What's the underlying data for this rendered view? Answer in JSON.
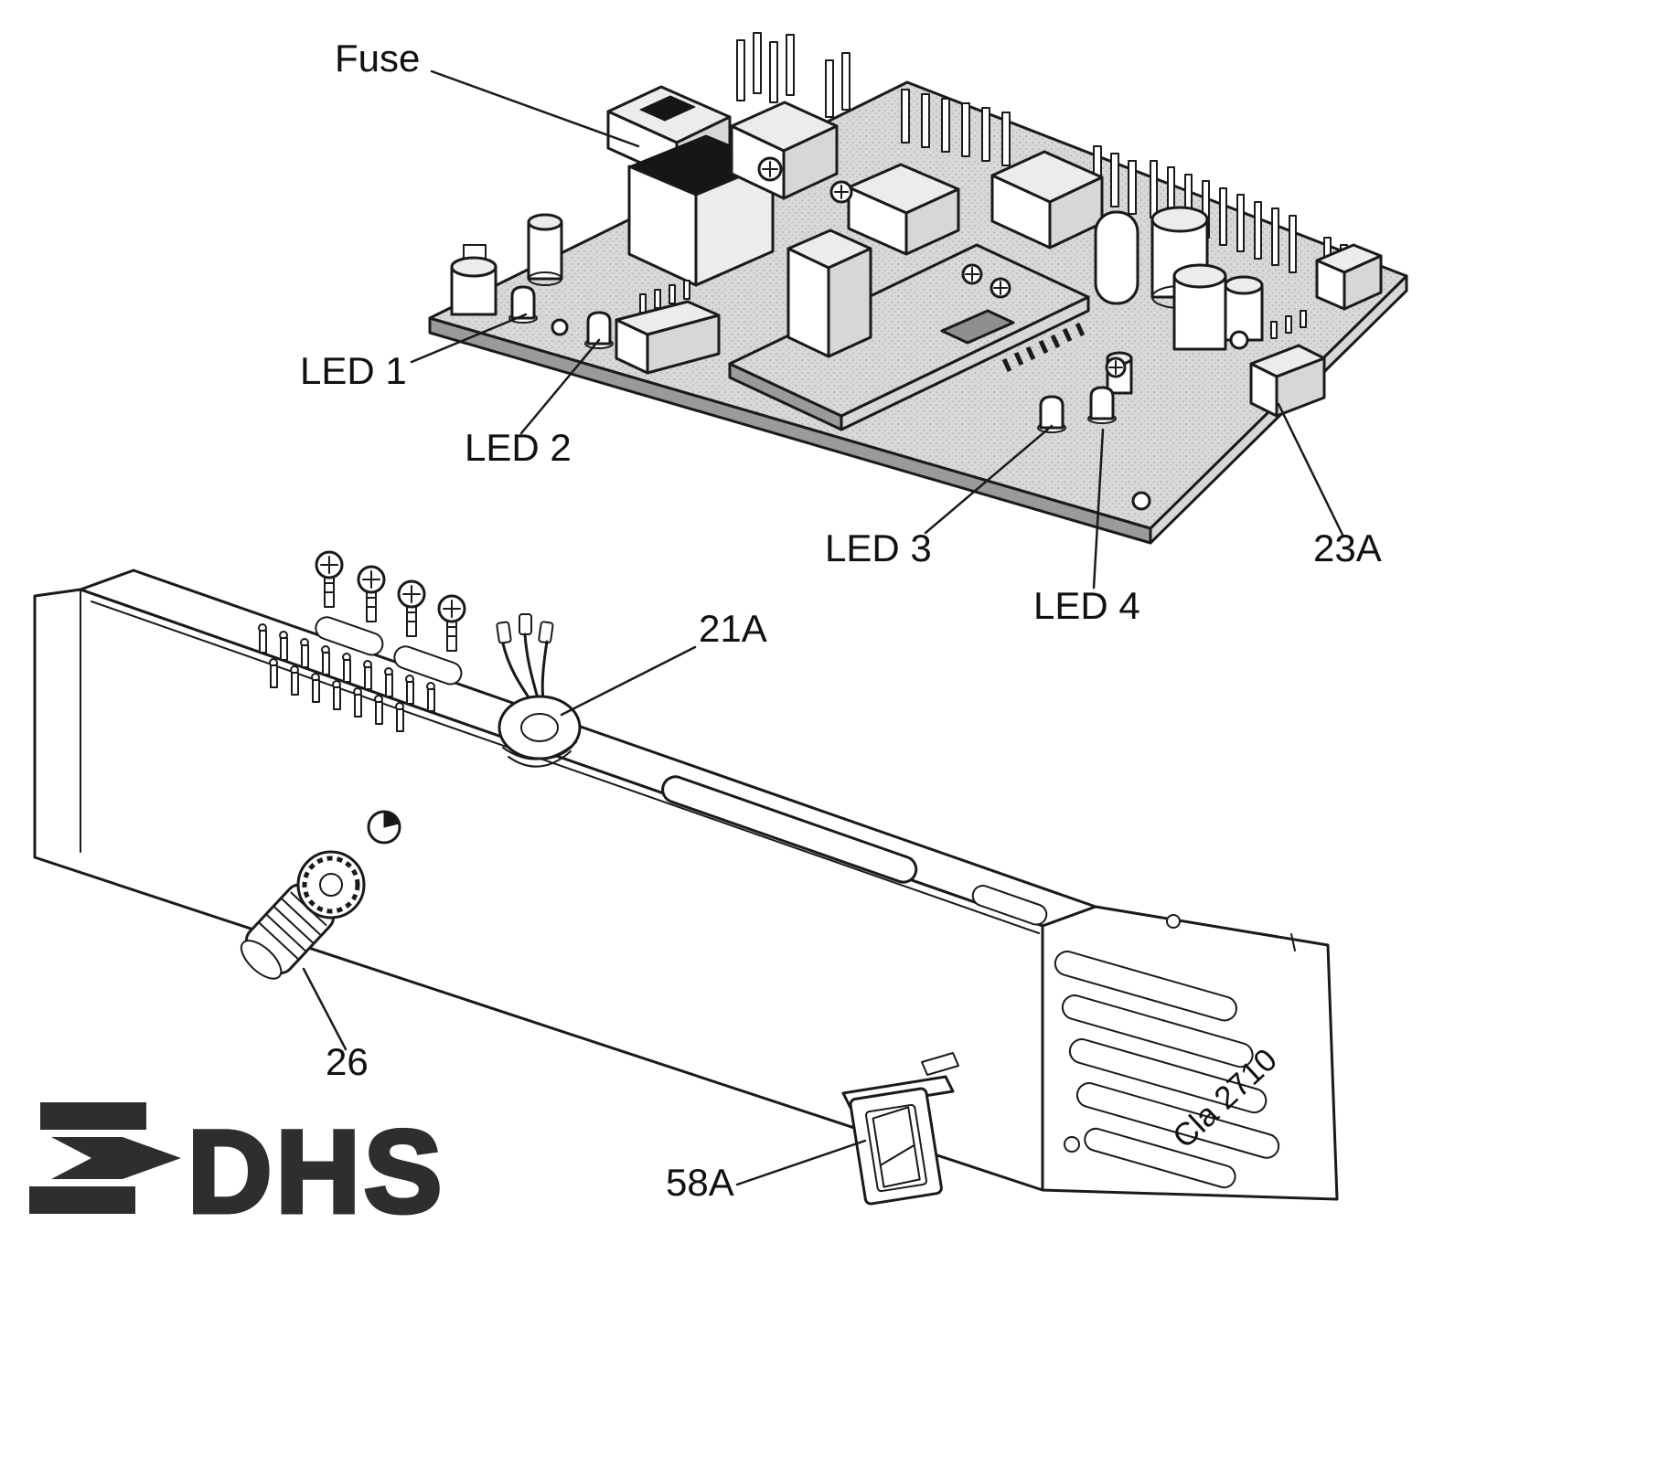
{
  "colors": {
    "line": "#1a1a1a",
    "board_fill": "#d8d8d8",
    "dark_fill": "#161616",
    "logo": "#2e2e2e",
    "background": "#ffffff"
  },
  "pcb": {
    "fuse": {
      "label": "Fuse"
    },
    "leds": [
      {
        "label": "LED 1"
      },
      {
        "label": "LED 2"
      },
      {
        "label": "LED 3"
      },
      {
        "label": "LED 4"
      }
    ],
    "connector": {
      "label": "23A"
    }
  },
  "panel": {
    "grommet": {
      "label": "21A"
    },
    "potentiometer": {
      "label": "26"
    },
    "switch": {
      "label": "58A"
    },
    "part_code": "Cla 2710"
  },
  "logo": {
    "text": "DHS"
  }
}
